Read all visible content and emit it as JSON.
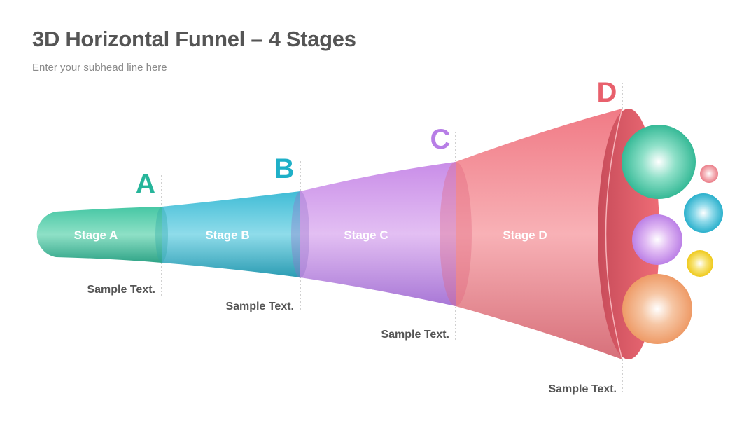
{
  "header": {
    "title": "3D Horizontal Funnel – 4 Stages",
    "subtitle": "Enter your subhead line here"
  },
  "stages": [
    {
      "letter": "A",
      "label": "Stage A",
      "caption": "Sample Text.",
      "color": "#26b59a"
    },
    {
      "letter": "B",
      "label": "Stage B",
      "caption": "Sample Text.",
      "color": "#1fb0c8"
    },
    {
      "letter": "C",
      "label": "Stage C",
      "caption": "Sample Text.",
      "color": "#b77ee6"
    },
    {
      "letter": "D",
      "label": "Stage D",
      "caption": "Sample Text.",
      "color": "#e8606c"
    }
  ],
  "spheres": [
    {
      "name": "teal",
      "color": "#3cc1a0"
    },
    {
      "name": "pink",
      "color": "#ef8a94"
    },
    {
      "name": "blue",
      "color": "#32b8d2"
    },
    {
      "name": "purple",
      "color": "#c58aea"
    },
    {
      "name": "yellow",
      "color": "#f2d22e"
    },
    {
      "name": "orange",
      "color": "#f0a070"
    }
  ]
}
